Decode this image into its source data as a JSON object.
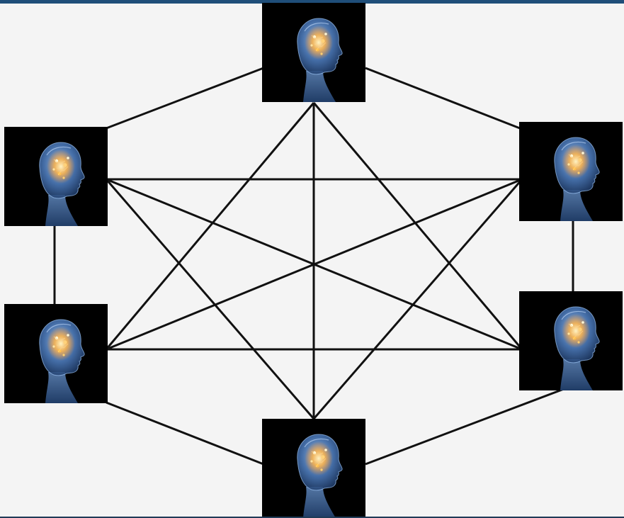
{
  "diagram": {
    "type": "fully-connected-network",
    "node_icon": "human-head-brain-icon",
    "nodes": [
      {
        "id": "top"
      },
      {
        "id": "upper-left"
      },
      {
        "id": "upper-right"
      },
      {
        "id": "lower-left"
      },
      {
        "id": "lower-right"
      },
      {
        "id": "bottom"
      }
    ],
    "edges": [
      [
        "top",
        "upper-left"
      ],
      [
        "top",
        "upper-right"
      ],
      [
        "top",
        "lower-left"
      ],
      [
        "top",
        "lower-right"
      ],
      [
        "top",
        "bottom"
      ],
      [
        "upper-left",
        "upper-right"
      ],
      [
        "upper-left",
        "lower-left"
      ],
      [
        "upper-left",
        "lower-right"
      ],
      [
        "upper-left",
        "bottom"
      ],
      [
        "upper-right",
        "lower-left"
      ],
      [
        "upper-right",
        "lower-right"
      ],
      [
        "upper-right",
        "bottom"
      ],
      [
        "lower-left",
        "lower-right"
      ],
      [
        "lower-left",
        "bottom"
      ],
      [
        "lower-right",
        "bottom"
      ]
    ]
  },
  "colors": {
    "background": "#f4f4f4",
    "edge": "#111111",
    "tile": "#000000",
    "head": "#5d8fd0",
    "head_highlight": "#9cc4f5",
    "neural_glow": "#ffb347",
    "top_bar": "#1f4e79"
  }
}
